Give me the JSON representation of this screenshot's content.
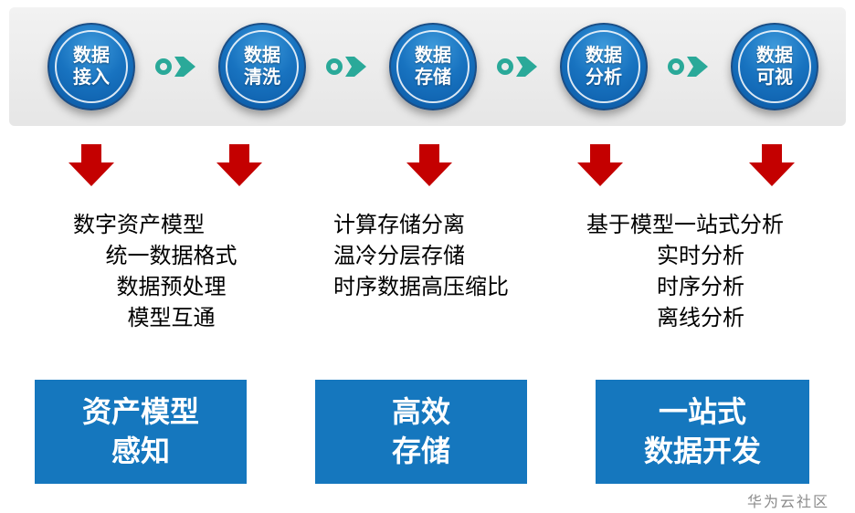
{
  "colors": {
    "circle_blue_dark": "#0a57a3",
    "circle_blue_light": "#3f9bdc",
    "circle_ring_navy": "#1b4e86",
    "connector_teal": "#2aa999",
    "arrow_red": "#c40000",
    "box_blue": "#1577be",
    "band_gray": "#ededed",
    "watermark_gray": "#8b8b8b"
  },
  "pipeline": {
    "stages": [
      {
        "line1": "数据",
        "line2": "接入"
      },
      {
        "line1": "数据",
        "line2": "清洗"
      },
      {
        "line1": "数据",
        "line2": "存储"
      },
      {
        "line1": "数据",
        "line2": "分析"
      },
      {
        "line1": "数据",
        "line2": "可视"
      }
    ]
  },
  "details": [
    {
      "title": "数字资产模型",
      "items": [
        "统一数据格式",
        "数据预处理",
        "模型互通"
      ]
    },
    {
      "title": "计算存储分离",
      "items": [
        "温冷分层存储",
        "时序数据高压缩比"
      ]
    },
    {
      "title": "基于模型一站式分析",
      "items": [
        "实时分析",
        "时序分析",
        "离线分析"
      ]
    }
  ],
  "summary_boxes": [
    {
      "line1": "资产模型",
      "line2": "感知"
    },
    {
      "line1": "高效",
      "line2": "存储"
    },
    {
      "line1": "一站式",
      "line2": "数据开发"
    }
  ],
  "watermark": "华为云社区"
}
